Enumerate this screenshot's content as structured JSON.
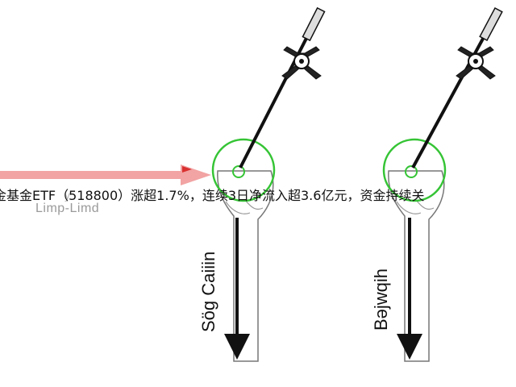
{
  "banner": {
    "text": "金基金ETF（518800）涨超1.7%，连续3日净流入超3.6亿元，资金持续关"
  },
  "labels": {
    "left_bone_label": "Sög Caiiin",
    "right_bone_label": "Bəjwqih",
    "ghost_label": "Limp-Limd",
    "ghost_top": "y"
  },
  "colors": {
    "arrow": "#f2a3a3",
    "arrow_head": "#d93030",
    "ring": "#35c435",
    "stroke": "#111111"
  },
  "icons": {
    "pointer_arrow": "arrow-right-icon",
    "tool_left": "surgical-handle-icon",
    "tool_right": "surgical-handle-icon"
  }
}
